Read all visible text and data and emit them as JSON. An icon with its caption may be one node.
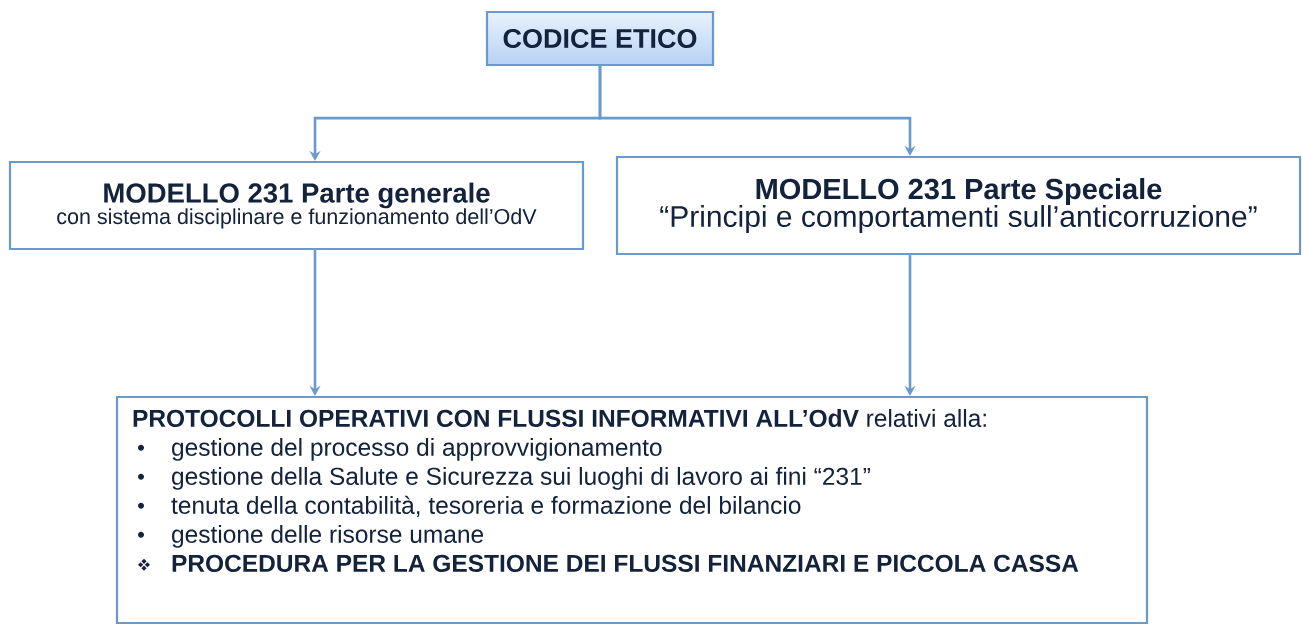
{
  "diagram": {
    "nodes": [
      {
        "text": [
          "CODICE ETICO"
        ]
      },
      {
        "text": [
          "MODELLO 231 Parte generale",
          "con sistema disciplinare e funzionamento dell’OdV"
        ]
      },
      {
        "text": [
          "MODELLO 231 Parte Speciale",
          "“Principi e comportamenti sull’anticorruzione”"
        ]
      },
      {
        "text": [
          "**PROTOCOLLI OPERATIVI CON FLUSSI INFORMATIVI ALL’OdV** relativi alla:",
          "gestione del processo di approvvigionamento",
          "gestione della Salute e Sicurezza sui luoghi di lavoro ai fini “231”",
          "tenuta della contabilità, tesoreria e formazione del bilancio",
          "gestione delle risorse umane",
          "PROCEDURA PER LA GESTIONE DEI FLUSSI FINANZIARI E PICCOLA CASSA"
        ]
      }
    ],
    "edges": [
      {
        "from": 0,
        "to": 1,
        "arrow": "to"
      },
      {
        "from": 0,
        "to": 2,
        "arrow": "to"
      },
      {
        "from": 1,
        "to": 3,
        "arrow": "to"
      },
      {
        "from": 2,
        "to": 3,
        "arrow": "to"
      }
    ]
  }
}
